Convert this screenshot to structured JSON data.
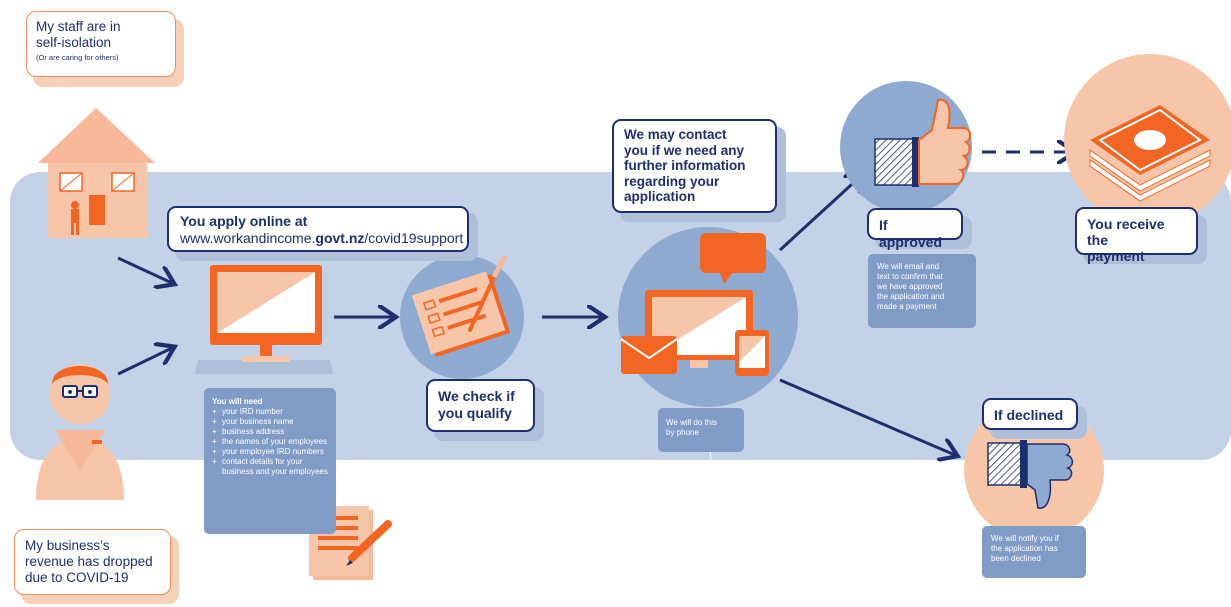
{
  "colors": {
    "navy": "#1e2f6e",
    "band": "#c3d2e6",
    "blue_circle": "#8eaad0",
    "note_blue": "#7f9bc6",
    "orange": "#f26522",
    "peach": "#f7c6a8",
    "light_peach": "#fadccb"
  },
  "staff_box": {
    "line1": "My staff are in",
    "line2": "self-isolation",
    "sub": "(Or are caring for others)"
  },
  "revenue_box": {
    "line1": "My business’s",
    "line2": "revenue has dropped",
    "line3": "due to COVID-19"
  },
  "apply_box": {
    "heading": "You apply online at",
    "url_prefix": "www.workandincome.",
    "url_domain": "govt.nz",
    "url_path": "/covid19support"
  },
  "need_note": {
    "title": "You will need",
    "items": [
      "your IRD number",
      "your business name",
      "business address",
      "the names of your employees",
      "your employee IRD numbers",
      "contact details for your business and your employees"
    ]
  },
  "check_box": {
    "line1": "We check if",
    "line2": "you qualify"
  },
  "contact_box": {
    "line1": "We may contact",
    "line2": "you if we need any",
    "line3": "further information",
    "line4": "regarding your",
    "line5": "application"
  },
  "phone_note": {
    "line1": "We will do this",
    "line2": "by phone"
  },
  "approved_box": {
    "label": "If approved"
  },
  "approved_note": {
    "line1": "We will email and",
    "line2": "text to confirm that",
    "line3": "we have approved",
    "line4": "the application and",
    "line5": "made a payment"
  },
  "payment_box": {
    "line1": "You receive the",
    "line2": "payment"
  },
  "declined_box": {
    "label": "If declined"
  },
  "declined_note": {
    "line1": "We will notify you if",
    "line2": "the application has",
    "line3": "been declined"
  },
  "icons": [
    "house-icon",
    "business-owner-icon",
    "computer-monitor-icon",
    "checklist-icon",
    "devices-icon",
    "envelope-icon",
    "thumbs-up-icon",
    "money-stack-icon",
    "thumbs-down-icon",
    "form-pencil-icon"
  ]
}
